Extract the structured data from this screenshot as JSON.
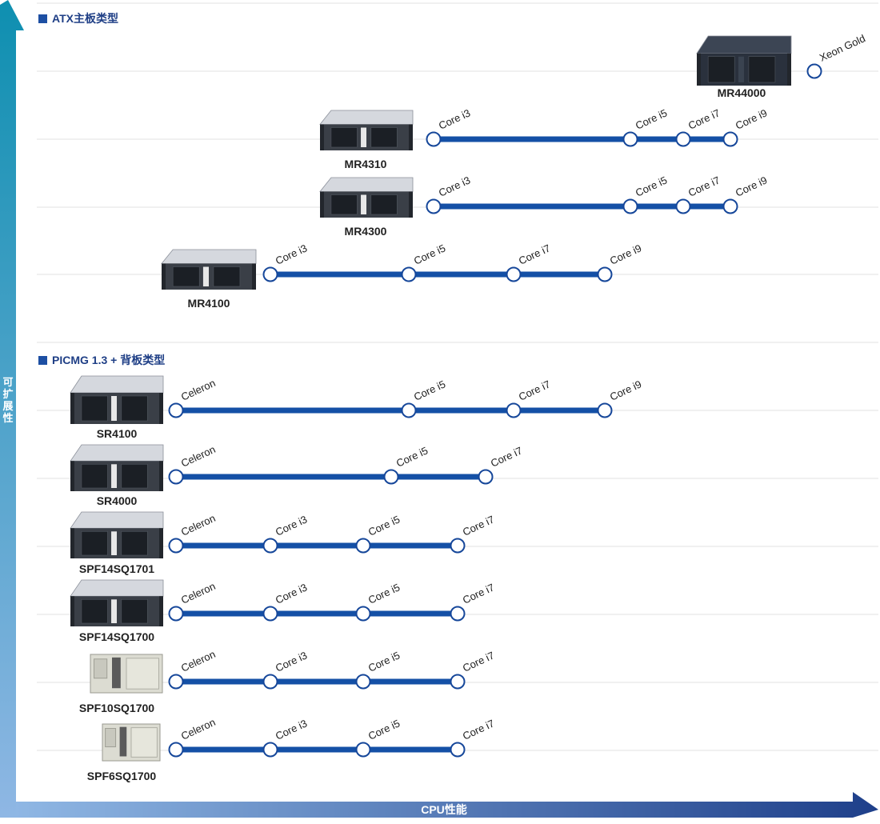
{
  "axes": {
    "vertical_label": "可扩展性",
    "horizontal_label": "CPU性能"
  },
  "sections": [
    {
      "title": "ATX主板类型"
    },
    {
      "title": "PICMG 1.3 + 背板类型"
    }
  ],
  "products": [
    {
      "name": "MR44000",
      "style": "dark",
      "nodes": [
        {
          "label": "Xeon Gold"
        }
      ]
    },
    {
      "name": "MR4310",
      "style": "silver",
      "nodes": [
        {
          "label": "Core i3"
        },
        {
          "label": "Core i5"
        },
        {
          "label": "Core i7"
        },
        {
          "label": "Core i9"
        }
      ]
    },
    {
      "name": "MR4300",
      "style": "silver",
      "nodes": [
        {
          "label": "Core i3"
        },
        {
          "label": "Core i5"
        },
        {
          "label": "Core i7"
        },
        {
          "label": "Core i9"
        }
      ]
    },
    {
      "name": "MR4100",
      "style": "silver",
      "nodes": [
        {
          "label": "Core i3"
        },
        {
          "label": "Core i5"
        },
        {
          "label": "Core i7"
        },
        {
          "label": "Core i9"
        }
      ]
    },
    {
      "name": "SR4100",
      "style": "silver",
      "nodes": [
        {
          "label": "Celeron"
        },
        {
          "label": "Core i5"
        },
        {
          "label": "Core i7"
        },
        {
          "label": "Core i9"
        }
      ]
    },
    {
      "name": "SR4000",
      "style": "silver",
      "nodes": [
        {
          "label": "Celeron"
        },
        {
          "label": "Core i5"
        },
        {
          "label": "Core i7"
        }
      ]
    },
    {
      "name": "SPF14SQ1701",
      "style": "silver",
      "nodes": [
        {
          "label": "Celeron"
        },
        {
          "label": "Core i3"
        },
        {
          "label": "Core i5"
        },
        {
          "label": "Core i7"
        }
      ]
    },
    {
      "name": "SPF14SQ1700",
      "style": "silver",
      "nodes": [
        {
          "label": "Celeron"
        },
        {
          "label": "Core i3"
        },
        {
          "label": "Core i5"
        },
        {
          "label": "Core i7"
        }
      ]
    },
    {
      "name": "SPF10SQ1700",
      "style": "beige",
      "nodes": [
        {
          "label": "Celeron"
        },
        {
          "label": "Core i3"
        },
        {
          "label": "Core i5"
        },
        {
          "label": "Core i7"
        }
      ]
    },
    {
      "name": "SPF6SQ1700",
      "style": "beige-small",
      "nodes": [
        {
          "label": "Celeron"
        },
        {
          "label": "Core i3"
        },
        {
          "label": "Core i5"
        },
        {
          "label": "Core i7"
        }
      ]
    }
  ],
  "colors": {
    "line": "#1450a6",
    "node_stroke": "#16479a",
    "arrow_top": "#0e8fb0",
    "arrow_bottom": "#8fb7e4",
    "axis_h_left": "#8fb7e4",
    "axis_h_right": "#1e3f8a",
    "title": "#1f3f86"
  }
}
